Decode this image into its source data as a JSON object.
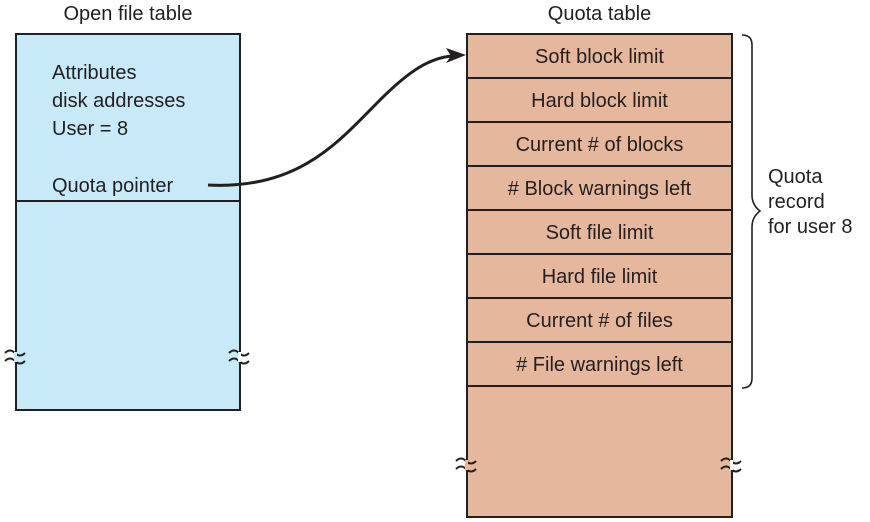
{
  "open_file_table": {
    "title": "Open file table",
    "lines": [
      "Attributes",
      "disk addresses",
      "User = 8"
    ],
    "pointer_label": "Quota pointer",
    "fill_color": "#c7e9f8"
  },
  "quota_table": {
    "title": "Quota table",
    "rows": [
      "Soft block limit",
      "Hard block limit",
      "Current # of blocks",
      "# Block warnings left",
      "Soft file limit",
      "Hard file limit",
      "Current # of files",
      "# File warnings left"
    ],
    "fill_color": "#e5b89e"
  },
  "brace_label": {
    "lines": [
      "Quota",
      "record",
      "for user 8"
    ]
  },
  "connector": {
    "from": "Quota pointer",
    "to": "Soft block limit",
    "arrow_icon": "arrow-head-icon"
  },
  "break_marks": {
    "icon": "break-mark-icon",
    "glyph": "≈"
  }
}
